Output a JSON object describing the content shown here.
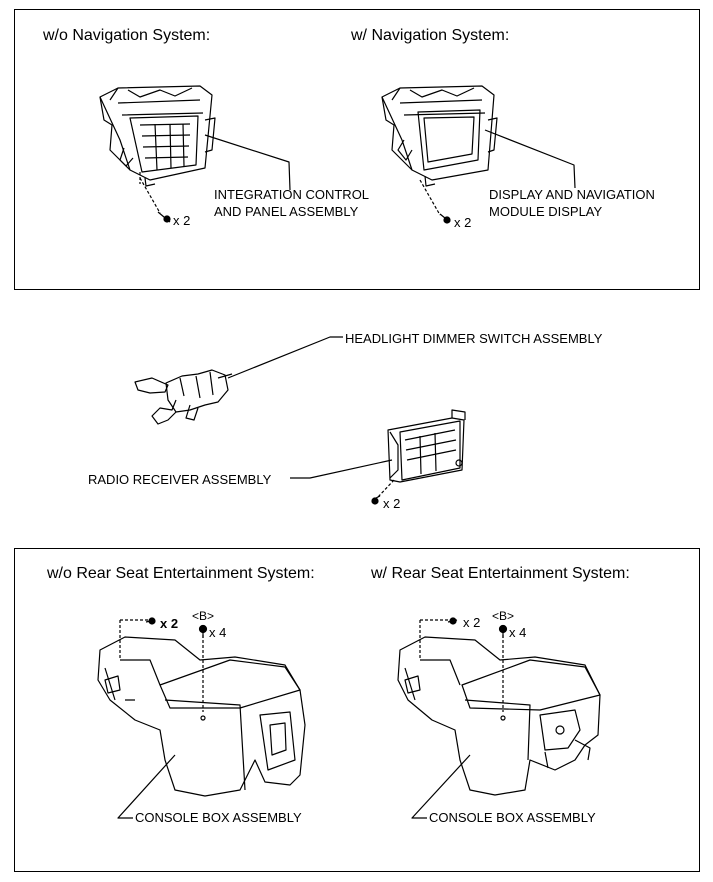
{
  "top_panel": {
    "left_title": "w/o Navigation System:",
    "right_title": "w/ Navigation System:",
    "left_label_line1": "INTEGRATION CONTROL",
    "left_label_line2": "AND PANEL ASSEMBLY",
    "right_label_line1": "DISPLAY AND NAVIGATION",
    "right_label_line2": "MODULE DISPLAY",
    "left_screw_count": "x 2",
    "right_screw_count": "x 2"
  },
  "middle": {
    "headlight_label": "HEADLIGHT DIMMER SWITCH ASSEMBLY",
    "radio_label": "RADIO RECEIVER ASSEMBLY",
    "radio_screw_count": "x 2"
  },
  "bottom_panel": {
    "left_title": "w/o Rear Seat Entertainment System:",
    "right_title": "w/ Rear Seat Entertainment System:",
    "left_screw_count": "x 2",
    "right_screw_count": "x 2",
    "left_b_marker": "<B>",
    "right_b_marker": "<B>",
    "left_bolt_count": "x 4",
    "right_bolt_count": "x 4",
    "left_label": "CONSOLE BOX ASSEMBLY",
    "right_label": "CONSOLE BOX ASSEMBLY"
  }
}
